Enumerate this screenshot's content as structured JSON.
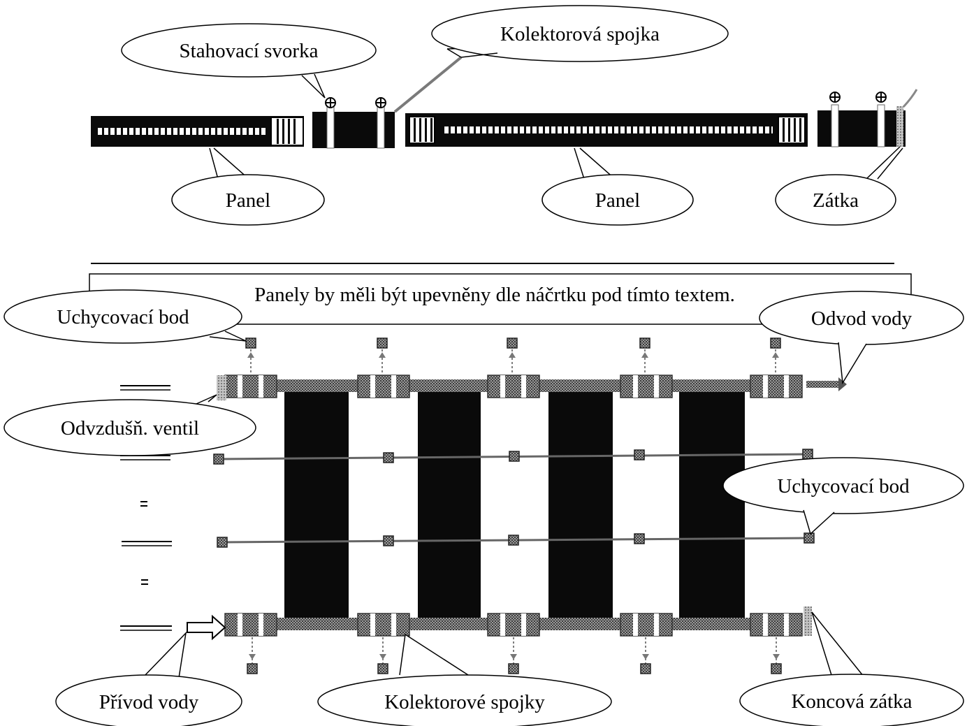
{
  "top_section": {
    "callouts": {
      "kolektorova_spojka": "Kolektorová spojka",
      "stahovaci_svorka": "Stahovací svorka",
      "panel_left": "Panel",
      "panel_right": "Panel",
      "zatka": "Zátka"
    }
  },
  "instruction_text": "Panely by měli být upevněny dle náčrtku pod tímto textem.",
  "bottom_section": {
    "callouts": {
      "uchycovaci_bod_top": "Uchycovací bod",
      "odvod_vody": "Odvod vody",
      "odvzdusn_ventil": "Odvzdušň. ventil",
      "uchycovaci_bod_right": "Uchycovací bod",
      "privod_vody": "Přívod vody",
      "kolektorove_spojky": "Kolektorové spojky",
      "koncova_zatka": "Koncová zátka"
    }
  },
  "colors": {
    "ink": "#000000",
    "hatch_gray": "#8a8a8a",
    "panel_black": "#0a0a0a",
    "paper": "#ffffff"
  }
}
